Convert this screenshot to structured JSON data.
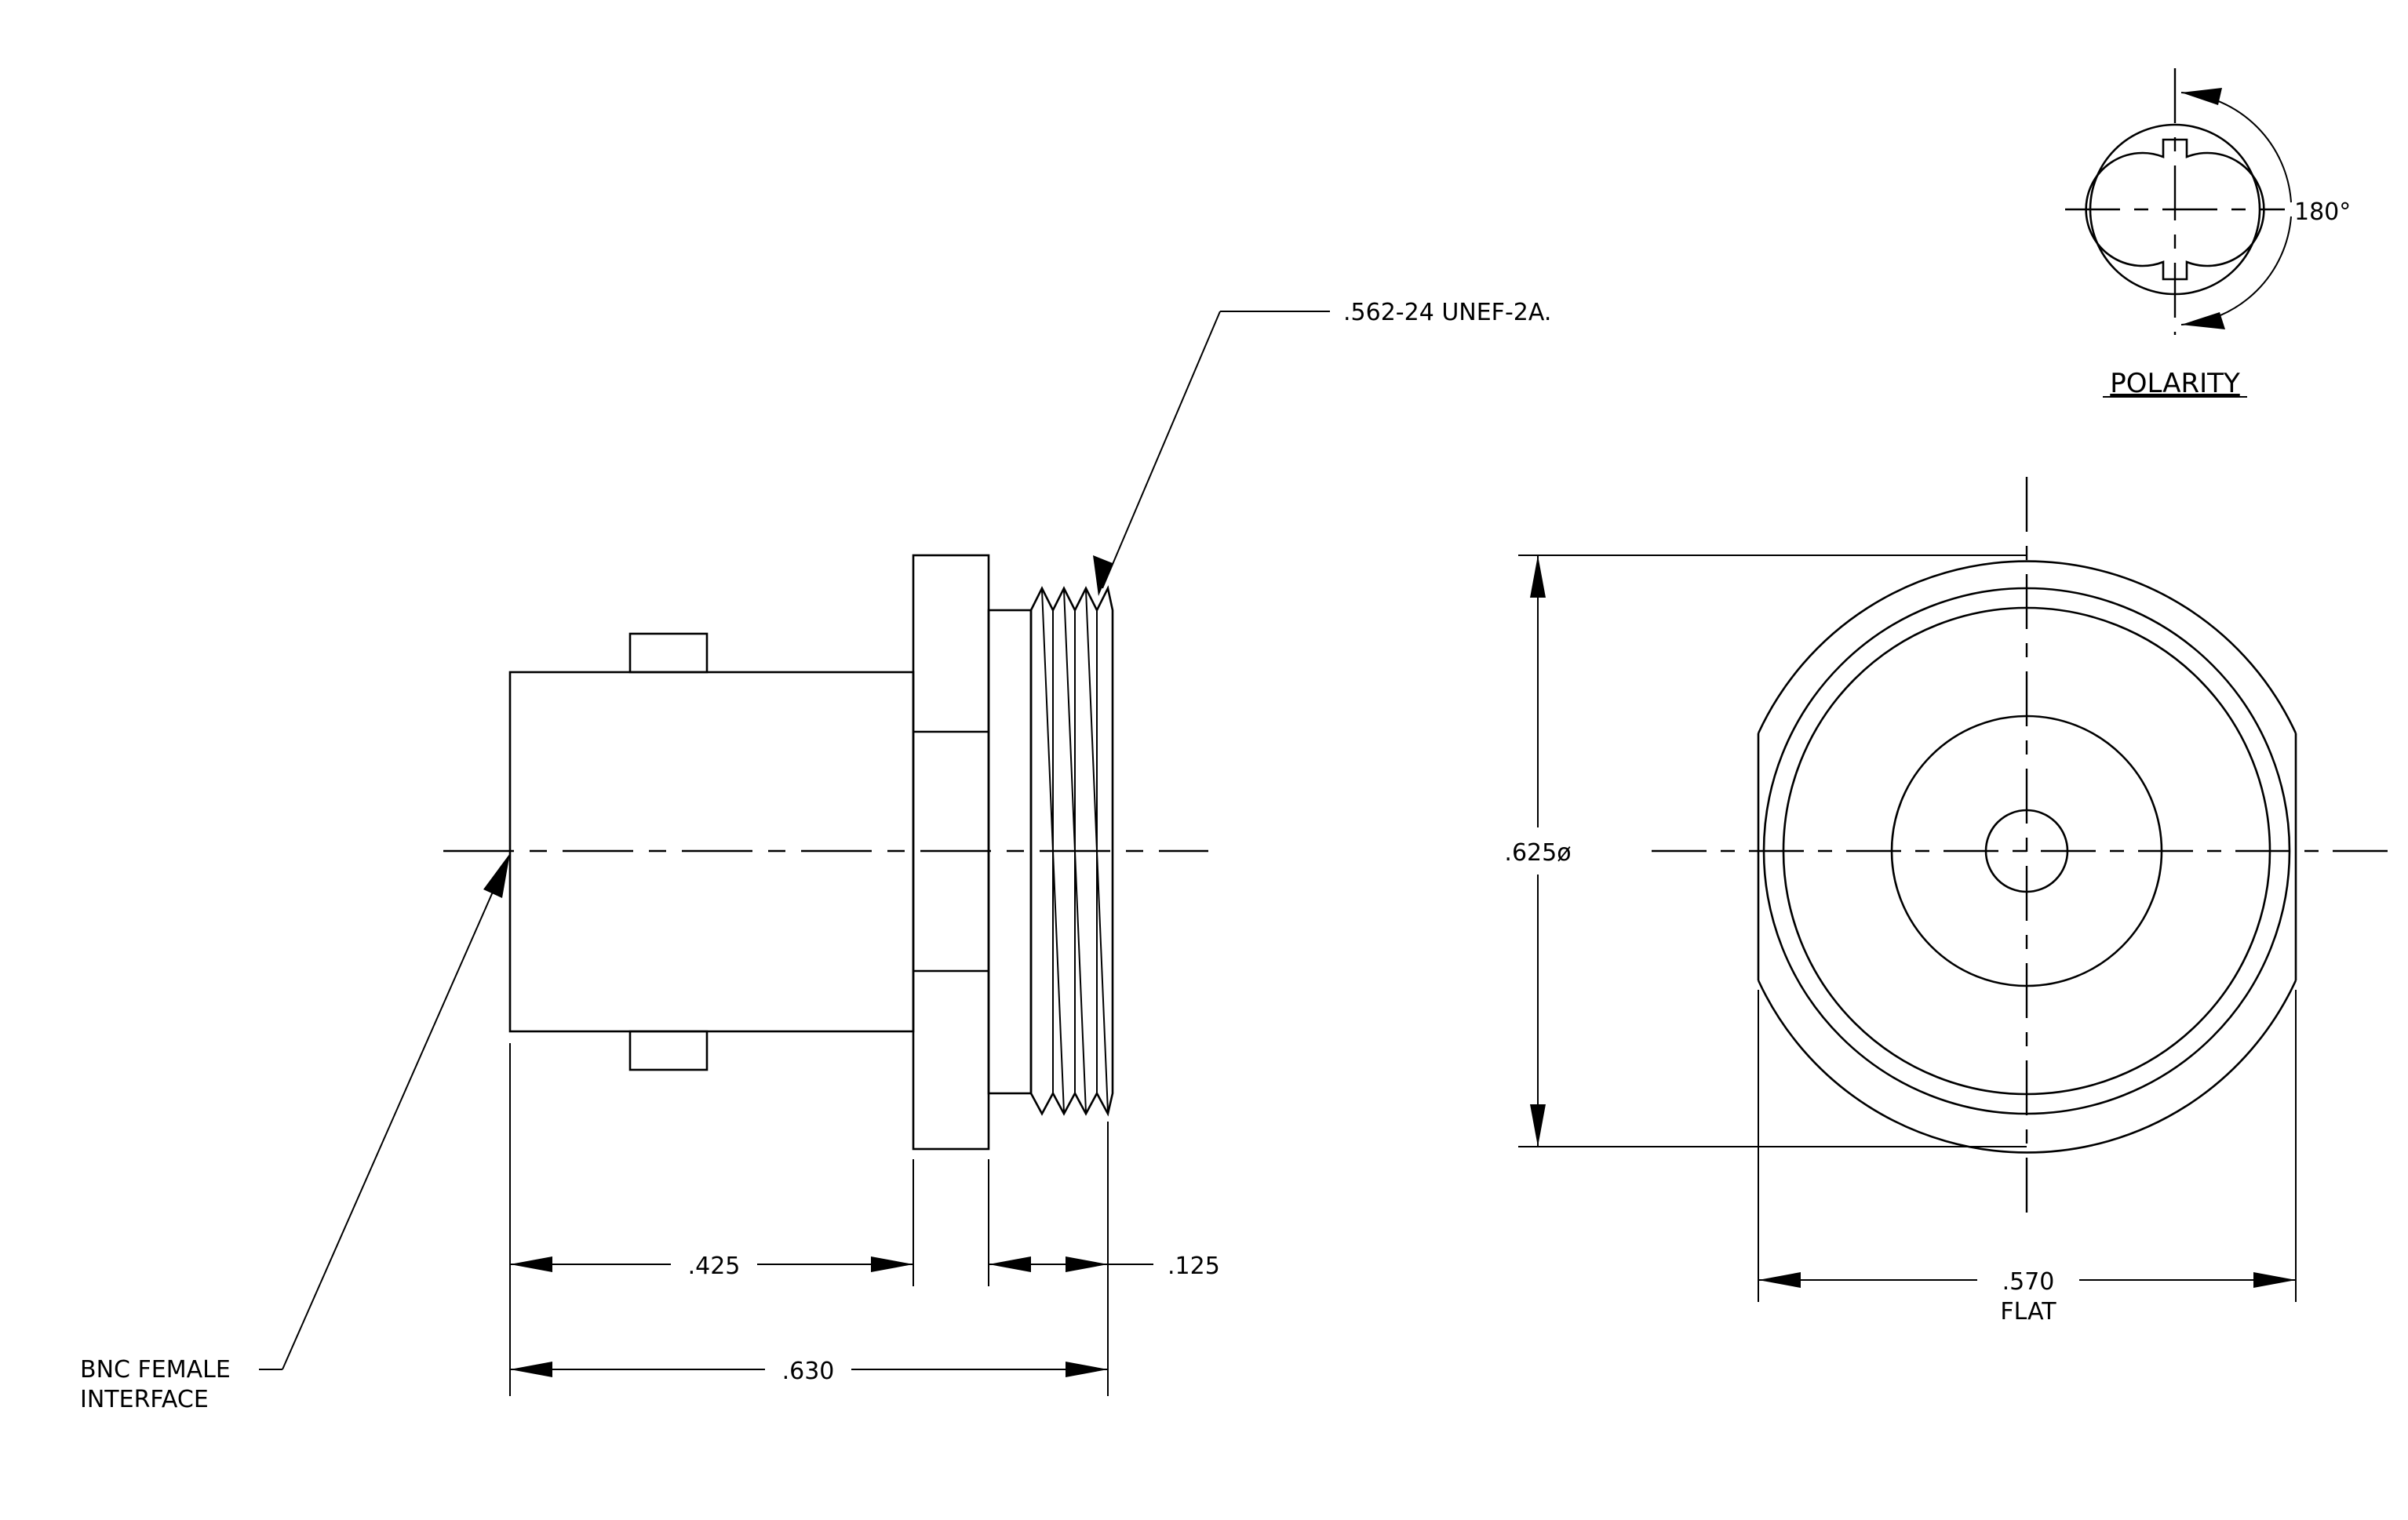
{
  "labels": {
    "thread": ".562-24 UNEF-2A.",
    "polarity": "POLARITY",
    "angle": "180°",
    "dia": ".625ø",
    "dim425": ".425",
    "dim125": ".125",
    "dim630": ".630",
    "dim570": ".570",
    "flat": "FLAT",
    "bnc_line1": "BNC FEMALE",
    "bnc_line2": "INTERFACE"
  }
}
